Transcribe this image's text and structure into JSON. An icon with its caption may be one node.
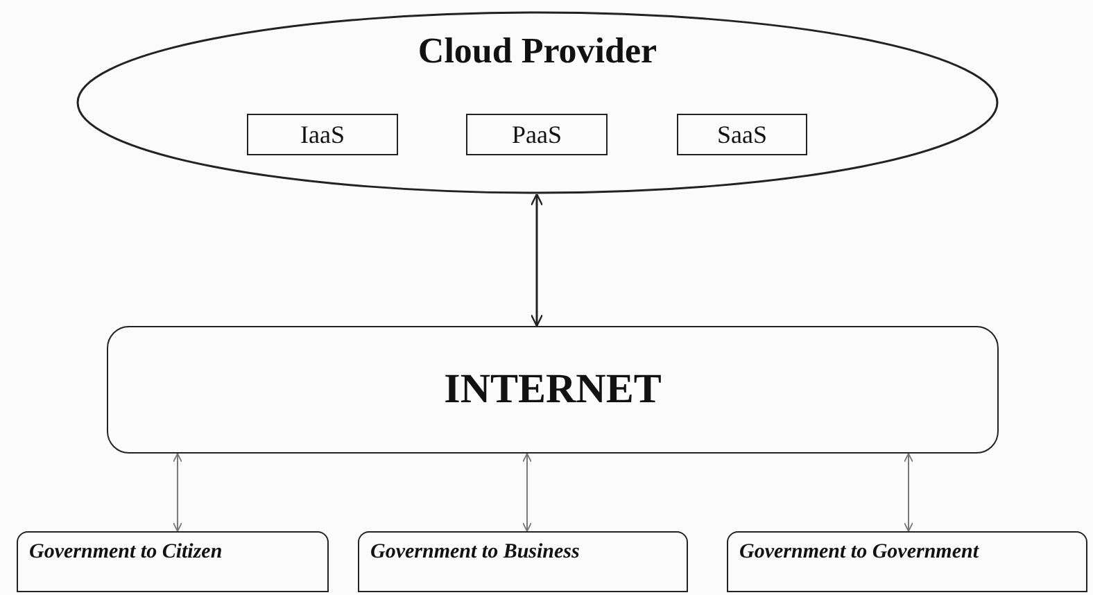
{
  "diagram": {
    "nodes": [
      {
        "text": [
          "Cloud Provider"
        ]
      },
      {
        "text": [
          "IaaS"
        ],
        "in": 0
      },
      {
        "text": [
          "PaaS"
        ],
        "in": 0
      },
      {
        "text": [
          "SaaS"
        ],
        "in": 0
      },
      {
        "text": [
          "INTERNET"
        ]
      },
      {
        "text": [
          "Government to Citizen"
        ]
      },
      {
        "text": [
          "Government to Business"
        ]
      },
      {
        "text": [
          "Government to Government"
        ]
      }
    ],
    "edges": [
      {
        "from": 0,
        "to": 4,
        "arrow": "both"
      },
      {
        "from": 4,
        "to": 5,
        "arrow": "both",
        "color": "#777777"
      },
      {
        "from": 4,
        "to": 6,
        "arrow": "both",
        "color": "#777777"
      },
      {
        "from": 4,
        "to": 7,
        "arrow": "both",
        "color": "#777777"
      }
    ]
  }
}
